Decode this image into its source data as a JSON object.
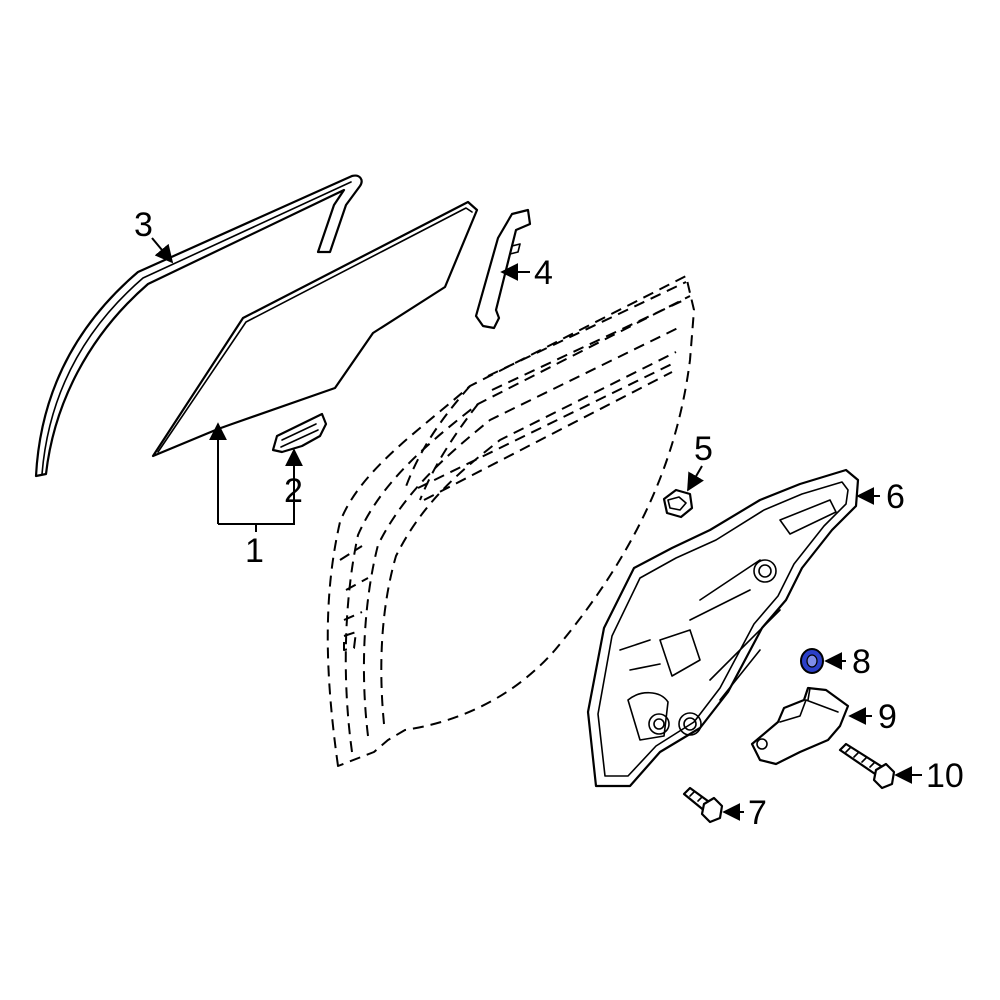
{
  "callouts": {
    "c1": "1",
    "c2": "2",
    "c3": "3",
    "c4": "4",
    "c5": "5",
    "c6": "6",
    "c7": "7",
    "c8": "8",
    "c9": "9",
    "c10": "10"
  },
  "colors": {
    "line": "#000000",
    "highlight": "#2b3fc8",
    "background": "#ffffff"
  },
  "highlighted_callout": "8"
}
